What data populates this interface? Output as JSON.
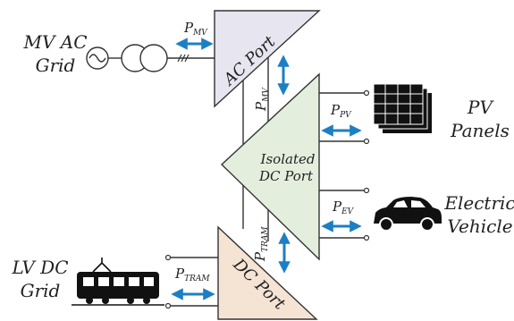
{
  "colors": {
    "ac_port": "#e7e6f0",
    "dc_iso_port": "#e4eedd",
    "dc_port": "#f5e3d4",
    "arrow": "#1d7fc3",
    "wire": "#333333"
  },
  "ports": {
    "ac": "AC Port",
    "isolated_line1": "Isolated",
    "isolated_line2": "DC Port",
    "dc": "DC Port"
  },
  "sources": {
    "mv_line1": "MV AC",
    "mv_line2": "Grid",
    "pv_line1": "PV",
    "pv_line2": "Panels",
    "ev_line1": "Electric",
    "ev_line2": "Vehicle",
    "lv_line1": "LV DC",
    "lv_line2": "Grid"
  },
  "flows": {
    "p_mv_main": "P",
    "p_mv_main_sub": "MV",
    "p_mv_vert": "P",
    "p_mv_vert_sub": "MV",
    "p_pv": "P",
    "p_pv_sub": "PV",
    "p_ev": "P",
    "p_ev_sub": "EV",
    "p_tram_vert": "P",
    "p_tram_vert_sub": "TRAM",
    "p_tram": "P",
    "p_tram_sub": "TRAM"
  },
  "icons": [
    "ac-source-icon",
    "transformer-icon",
    "pv-panel-icon",
    "electric-car-icon",
    "tram-icon",
    "bidirectional-arrow-icon"
  ]
}
